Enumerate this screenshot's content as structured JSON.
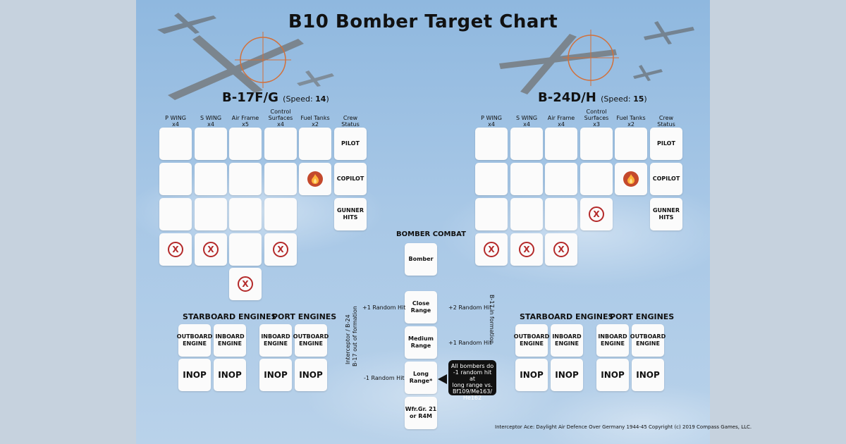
{
  "title": "B10 Bomber Target Chart",
  "b17": {
    "name": "B-17F/G",
    "speed_prefix": "(Speed: ",
    "speed": "14",
    "speed_suffix": ")",
    "columns": [
      {
        "l1": "P WING",
        "l2": "x4"
      },
      {
        "l1": "S WING",
        "l2": "x4"
      },
      {
        "l1": "Air Frame",
        "l2": "x5"
      },
      {
        "l1": "Control",
        "l2": "Surfaces",
        "l3": "x4"
      },
      {
        "l1": "Fuel Tanks",
        "l2": "x2"
      },
      {
        "l1": "Crew",
        "l2": "Status"
      }
    ],
    "crew": {
      "pilot": "PILOT",
      "copilot": "COPILOT",
      "gunner_l1": "GUNNER",
      "gunner_l2": "HITS"
    }
  },
  "b24": {
    "name": "B-24D/H",
    "speed_prefix": "(Speed: ",
    "speed": "15",
    "speed_suffix": ")",
    "columns": [
      {
        "l1": "P WING",
        "l2": "x4"
      },
      {
        "l1": "S WING",
        "l2": "x4"
      },
      {
        "l1": "Air Frame",
        "l2": "x4"
      },
      {
        "l1": "Control",
        "l2": "Surfaces",
        "l3": "x3"
      },
      {
        "l1": "Fuel Tanks",
        "l2": "x2"
      },
      {
        "l1": "Crew",
        "l2": "Status"
      }
    ],
    "crew": {
      "pilot": "PILOT",
      "copilot": "COPILOT",
      "gunner_l1": "GUNNER",
      "gunner_l2": "HITS"
    }
  },
  "engines": {
    "starboard": "STARBOARD ENGINES",
    "port": "PORT ENGINES",
    "outboard_l1": "OUTBOARD",
    "inboard_l1": "INBOARD",
    "engine_l2": "ENGINE",
    "inop": "INOP"
  },
  "combat": {
    "title": "BOMBER COMBAT",
    "bomber": "Bomber",
    "close_l1": "Close",
    "close_l2": "Range",
    "medium_l1": "Medium",
    "medium_l2": "Range",
    "long_l1": "Long",
    "long_l2": "Range*",
    "wfr_l1": "Wfr.Gr. 21",
    "wfr_l2": "or R4M",
    "left_close": "+1 Random Hit",
    "left_long": "-1 Random Hit",
    "right_close": "+2 Random Hit",
    "right_medium": "+1 Random Hit",
    "vert_left_1": "Interceptor / B-24",
    "vert_left_2": "B-17 out of formation",
    "vert_right": "B-17 in formation",
    "callout": [
      "All bombers do",
      "-1 random hit at",
      "long range vs.",
      "Bf109/Me163/",
      "He162"
    ]
  },
  "copyright": "Interceptor Ace: Daylight Air Defence Over Germany 1944-45 Copyright (c) 2019 Compass Games, LLC.",
  "colors": {
    "mark_red": "#b42a2a",
    "fire": "#c4492c",
    "sky": "#a7c7e6"
  }
}
